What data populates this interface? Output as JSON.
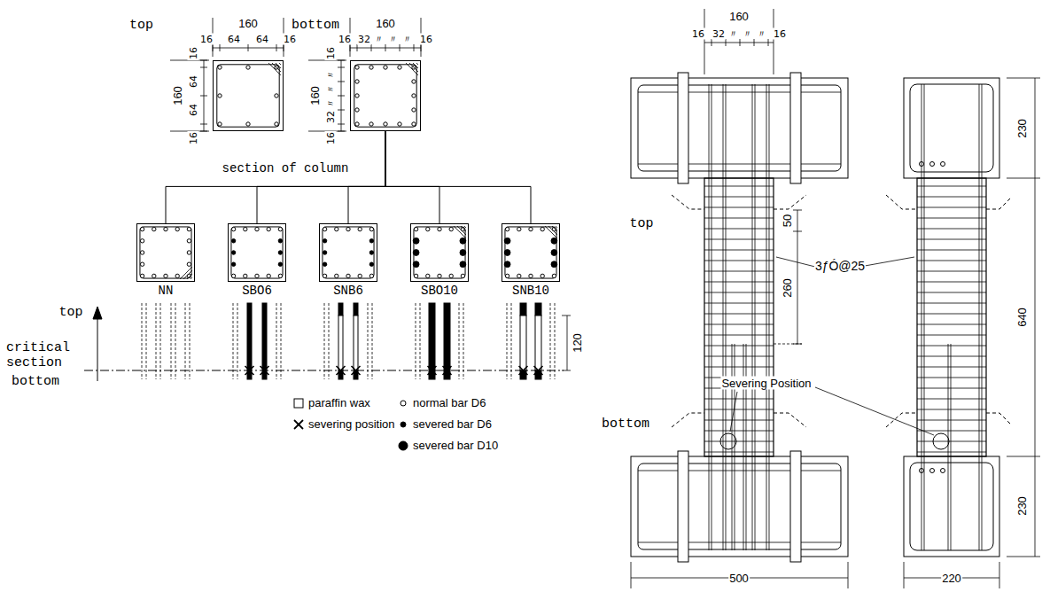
{
  "diagram": {
    "nodes": [
      {
        "text": [
          "top"
        ]
      },
      {
        "text": [
          "bottom"
        ]
      },
      {
        "text": [
          "NN"
        ]
      },
      {
        "text": [
          "SBO6"
        ]
      },
      {
        "text": [
          "SNB6"
        ]
      },
      {
        "text": [
          "SBO10"
        ]
      },
      {
        "text": [
          "SNB10"
        ]
      }
    ],
    "edges": [
      {
        "from": 1,
        "to": 2,
        "arrow": "none"
      },
      {
        "from": 1,
        "to": 3,
        "arrow": "none"
      },
      {
        "from": 1,
        "to": 4,
        "arrow": "none"
      },
      {
        "from": 1,
        "to": 5,
        "arrow": "none"
      },
      {
        "from": 1,
        "to": 6,
        "arrow": "none"
      }
    ],
    "labels": [
      "160",
      "16",
      "64",
      "64",
      "16",
      "160",
      "16",
      "64",
      "64",
      "16",
      "160",
      "16",
      "32",
      "〃",
      "〃",
      "〃",
      "16",
      "160",
      "16",
      "32",
      "〃",
      "〃",
      "〃",
      "16",
      "section of column",
      "top",
      "critical section",
      "bottom",
      "120",
      "160",
      "16",
      "32",
      "〃",
      "〃",
      "〃",
      "16",
      "top",
      "3ƒÓ@25",
      "50",
      "260",
      "Severing Position",
      "bottom",
      "230",
      "640",
      "230",
      "500",
      "220"
    ],
    "legend": [
      {
        "text": "paraffin wax"
      },
      {
        "text": "severing position"
      },
      {
        "text": "normal bar D6"
      },
      {
        "text": "severed bar D6"
      },
      {
        "text": "severed bar D10"
      }
    ]
  }
}
